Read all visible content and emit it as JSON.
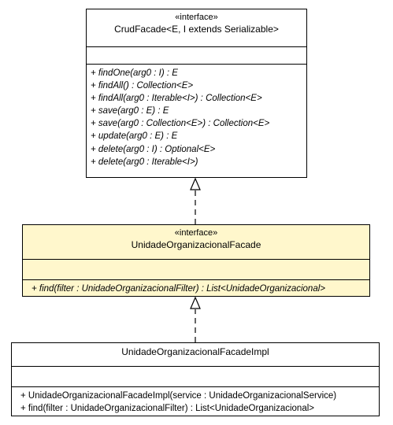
{
  "diagram": {
    "classes": [
      {
        "id": "crud",
        "stereotype": "«interface»",
        "name": "CrudFacade<E, I extends Serializable>",
        "operations": [
          "+ findOne(arg0 : I) : E",
          "+ findAll() : Collection<E>",
          "+ findAll(arg0 : Iterable<I>) : Collection<E>",
          "+ save(arg0 : E) : E",
          "+ save(arg0 : Collection<E>) : Collection<E>",
          "+ update(arg0 : E) : E",
          "+ delete(arg0 : I) : Optional<E>",
          "+ delete(arg0 : Iterable<I>)"
        ]
      },
      {
        "id": "facade",
        "stereotype": "«interface»",
        "name": "UnidadeOrganizacionalFacade",
        "operations": [
          "+ find(filter : UnidadeOrganizacionalFilter) : List<UnidadeOrganizacional>"
        ]
      },
      {
        "id": "impl",
        "stereotype": "",
        "name": "UnidadeOrganizacionalFacadeImpl",
        "operations": [
          "+ UnidadeOrganizacionalFacadeImpl(service : UnidadeOrganizacionalService)",
          "+ find(filter : UnidadeOrganizacionalFilter) : List<UnidadeOrganizacional>"
        ]
      }
    ],
    "relations": [
      {
        "from": "facade",
        "to": "crud",
        "type": "realization"
      },
      {
        "from": "impl",
        "to": "facade",
        "type": "realization"
      }
    ],
    "colors": {
      "highlight_fill": "#fff7cc",
      "line": "#000000"
    }
  }
}
